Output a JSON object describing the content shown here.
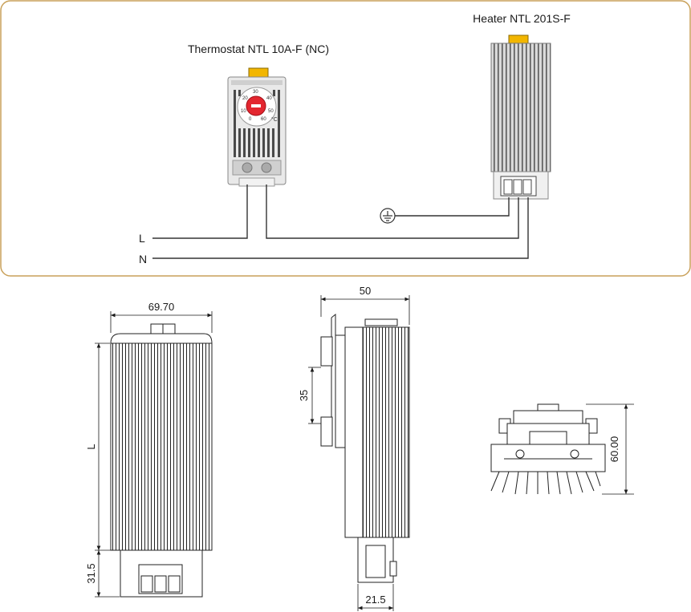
{
  "wiring": {
    "thermostat_label": "Thermostat NTL 10A-F (NC)",
    "heater_label": "Heater NTL 201S-F",
    "line_label": "L",
    "neutral_label": "N",
    "dial_unit": "°C",
    "dial_marks": [
      "0",
      "10",
      "20",
      "30",
      "40",
      "50",
      "60"
    ]
  },
  "dimensions": {
    "front_width": "69.70",
    "front_height": "L",
    "front_terminal_height": "31.5",
    "side_depth": "50",
    "side_clip_height": "35",
    "side_terminal_width": "21.5",
    "bottom_height": "60.00"
  },
  "colors": {
    "frame_border": "#c9a15a",
    "dial_red": "#e3262f",
    "clip_yellow": "#f2b600",
    "line_stroke": "#333333"
  }
}
